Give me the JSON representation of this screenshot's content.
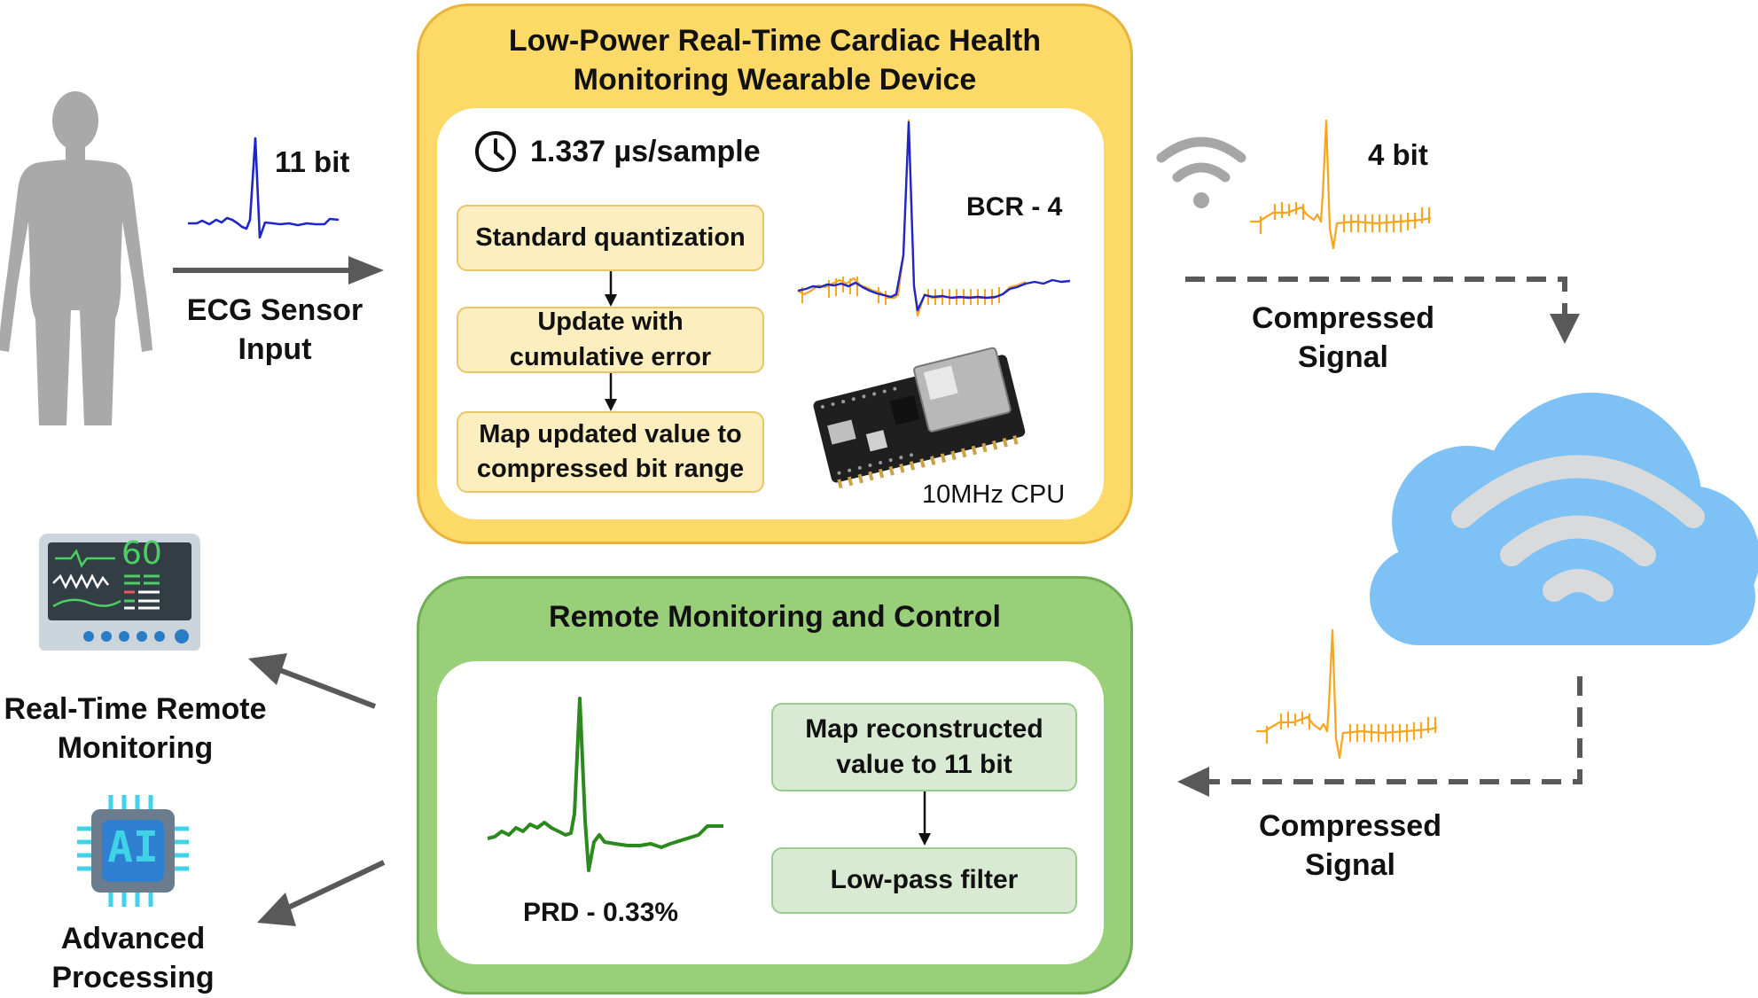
{
  "wearable": {
    "title_line1": "Low-Power Real-Time Cardiac Health",
    "title_line2": "Monitoring Wearable Device",
    "timing": "1.337 µs/sample",
    "steps": [
      "Standard quantization",
      "Update with cumulative error",
      "Map updated value to compressed bit range"
    ],
    "bcr_label": "BCR - 4",
    "cpu_label": "10MHz CPU"
  },
  "input": {
    "bits_label": "11 bit",
    "sensor_label_line1": "ECG Sensor",
    "sensor_label_line2": "Input"
  },
  "transmit": {
    "bits_label": "4 bit",
    "compressed_line1": "Compressed",
    "compressed_line2": "Signal"
  },
  "receive": {
    "compressed_line1": "Compressed",
    "compressed_line2": "Signal"
  },
  "remote": {
    "title": "Remote Monitoring and Control",
    "steps": [
      "Map reconstructed value to 11 bit",
      "Low-pass filter"
    ],
    "prd_label": "PRD - 0.33%"
  },
  "outputs": {
    "monitor_line1": "Real-Time Remote",
    "monitor_line2": "Monitoring",
    "monitor_value": "60",
    "processing_line1": "Advanced",
    "processing_line2": "Processing",
    "ai_text": "AI"
  },
  "colors": {
    "wearable_fill": "#fdd968",
    "wearable_border": "#eab43a",
    "remote_fill": "#99cf79",
    "remote_border": "#6fae55",
    "ecg_blue": "#1f26c8",
    "compressed_orange": "#f5a623",
    "ecg_green": "#2a8a1e",
    "arrow_gray": "#595959",
    "cloud": "#7ec1f5"
  }
}
